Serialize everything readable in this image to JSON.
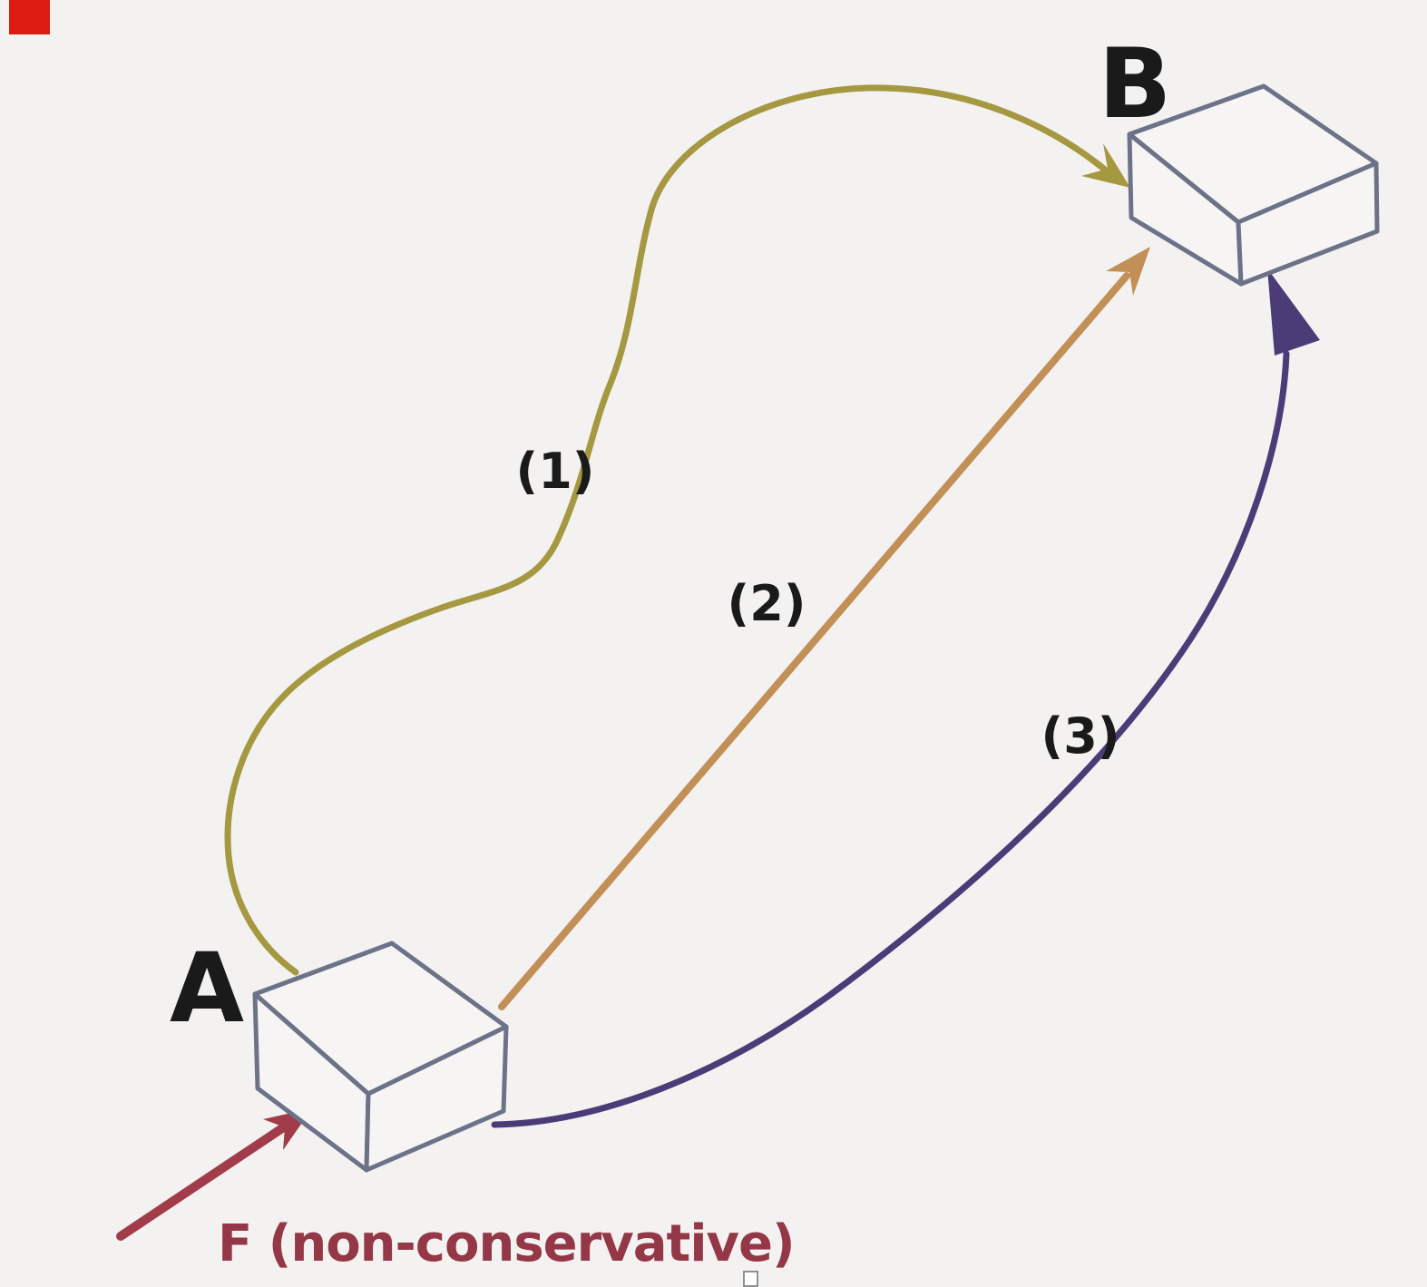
{
  "scene": {
    "background_color": "#f3f2f0",
    "box_outline_color": "#6d7289",
    "label_color": "#1a1a1a"
  },
  "points": {
    "start_label": "A",
    "end_label": "B"
  },
  "paths": [
    {
      "number_label": "(1)",
      "color": "#a59840",
      "shape": "wavy-curve"
    },
    {
      "number_label": "(2)",
      "color": "#c28f57",
      "shape": "straight-arrow"
    },
    {
      "number_label": "(3)",
      "color": "#4b3c78",
      "shape": "curved-arrow"
    }
  ],
  "force": {
    "label": "F (non-conservative)",
    "text_color": "#943746",
    "arrow_color": "#a23b4a"
  },
  "artifacts": {
    "corner_marker_color": "#dd1b12",
    "caret_fill": "#ffffff"
  }
}
